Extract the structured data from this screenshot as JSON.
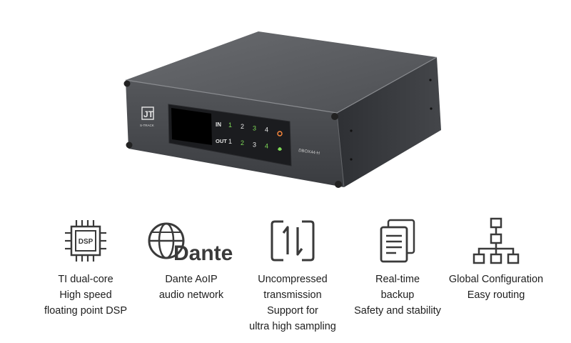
{
  "device": {
    "brand": "S-TRACK",
    "model": "DBOX44-H",
    "in_label": "IN",
    "out_label": "OUT",
    "channels": [
      "1",
      "2",
      "3",
      "4"
    ]
  },
  "features": [
    {
      "icon": "dsp-chip-icon",
      "icon_text": "DSP",
      "lines": [
        "TI dual-core",
        "High speed",
        "floating point DSP"
      ]
    },
    {
      "icon": "dante-logo",
      "icon_text": "Dante",
      "lines": [
        "Dante AoIP",
        "audio network"
      ]
    },
    {
      "icon": "transfer-arrows-icon",
      "lines": [
        "Uncompressed",
        "transmission",
        "Support for",
        "ultra high sampling"
      ]
    },
    {
      "icon": "documents-icon",
      "lines": [
        "Real-time",
        "backup",
        "Safety and stability"
      ]
    },
    {
      "icon": "network-tree-icon",
      "lines": [
        "Global Configuration",
        "Easy routing"
      ]
    }
  ],
  "colors": {
    "led_green": "#7ed957",
    "led_orange": "#ff8a3c",
    "icon_stroke": "#3a3a3a"
  }
}
